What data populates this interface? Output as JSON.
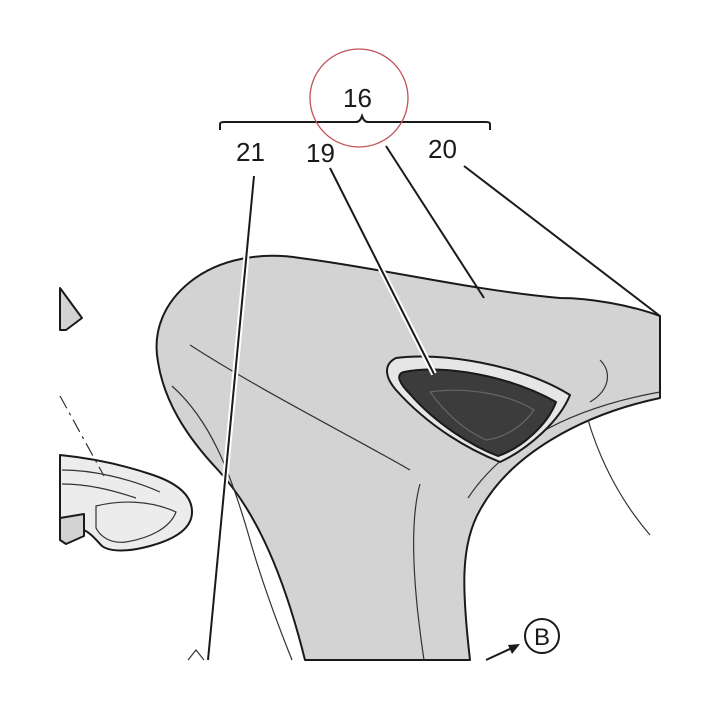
{
  "callouts": {
    "group": "16",
    "part_a": "21",
    "part_b": "19",
    "part_c": "20",
    "view": "B"
  },
  "colors": {
    "part_fill": "#d3d3d3",
    "pad_fill": "#3c3c3c",
    "pad_rim_fill": "#e6e6e6",
    "line": "#1a1a1a",
    "highlight_circle": "#c0505a"
  }
}
